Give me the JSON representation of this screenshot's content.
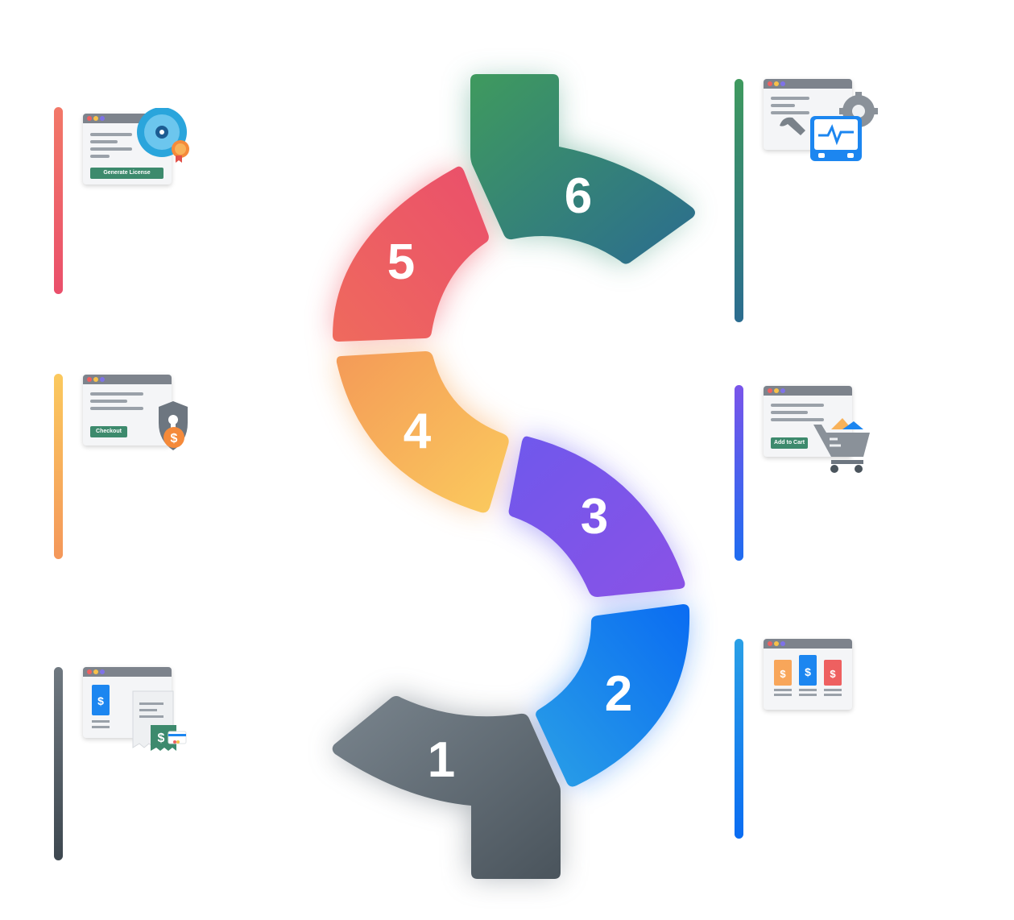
{
  "steps": [
    {
      "number": "1",
      "color_start": "#7a858e",
      "color_end": "#4a545c"
    },
    {
      "number": "2",
      "color_start": "#2aa0e6",
      "color_end": "#0a6cf2"
    },
    {
      "number": "3",
      "color_start": "#8a52e8",
      "color_end": "#5b5ee6"
    },
    {
      "number": "4",
      "color_start": "#f7a75a",
      "color_end": "#f9c85d"
    },
    {
      "number": "5",
      "color_start": "#ec5a67",
      "color_end": "#ef7a6a"
    },
    {
      "number": "6",
      "color_start": "#3b8f68",
      "color_end": "#2f6f8a"
    }
  ],
  "cards": {
    "license": {
      "button": "Generate License",
      "label": "",
      "accent": "#ee6e6e"
    },
    "checkout": {
      "button": "Checkout",
      "label": "",
      "accent": "#f8b765"
    },
    "billing": {
      "label": "",
      "accent": "#4a545c"
    },
    "monitor": {
      "label": "",
      "accent": "#3f8f6c"
    },
    "cart": {
      "button": "Add to Cart",
      "label": "",
      "accent": "#6e58ea"
    },
    "plans": {
      "plan_symbol": "$",
      "label": "",
      "accent": "#1a7ef0"
    }
  }
}
